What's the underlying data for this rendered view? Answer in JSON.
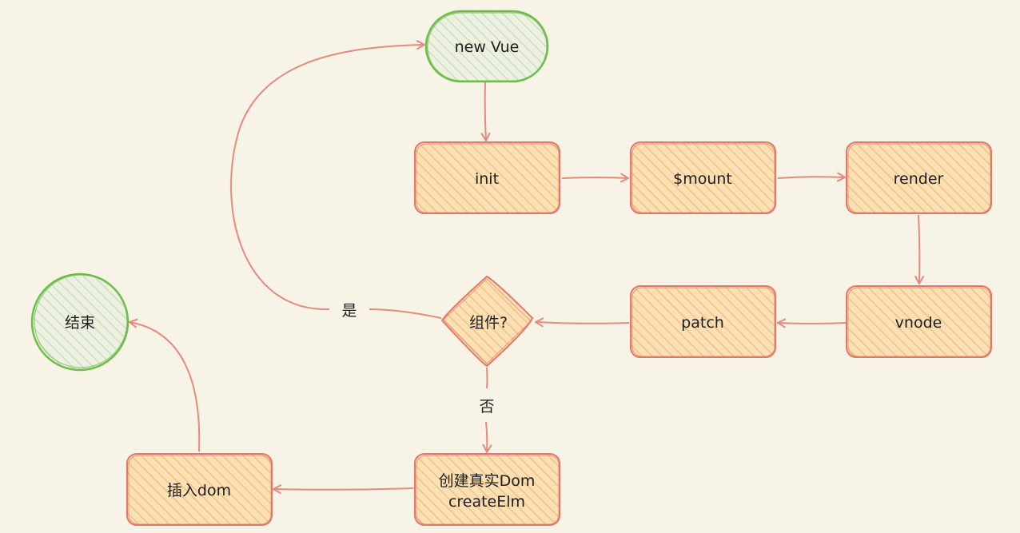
{
  "colors": {
    "background": "#f7f3e6",
    "process_stroke": "#e2786a",
    "process_fill": "#fbe0b6",
    "process_hatch": "#f1c27e",
    "terminal_stroke": "#6fbd4a",
    "terminal_fill": "#ecf1e2",
    "terminal_hatch": "#c7dcb7",
    "arrow": "#e58a7c",
    "text": "#1e1e1e"
  },
  "nodes": {
    "new_vue": {
      "label": "new Vue",
      "shape": "terminal"
    },
    "init": {
      "label": "init",
      "shape": "process"
    },
    "mount": {
      "label": "$mount",
      "shape": "process"
    },
    "render": {
      "label": "render",
      "shape": "process"
    },
    "vnode": {
      "label": "vnode",
      "shape": "process"
    },
    "patch": {
      "label": "patch",
      "shape": "process"
    },
    "is_component": {
      "label": "组件?",
      "shape": "decision"
    },
    "create_dom": {
      "line1": "创建真实Dom",
      "line2": "createElm",
      "shape": "process"
    },
    "insert_dom": {
      "label": "插入dom",
      "shape": "process"
    },
    "end": {
      "label": "结束",
      "shape": "terminal"
    }
  },
  "edges": {
    "yes": {
      "label": "是"
    },
    "no": {
      "label": "否"
    }
  }
}
